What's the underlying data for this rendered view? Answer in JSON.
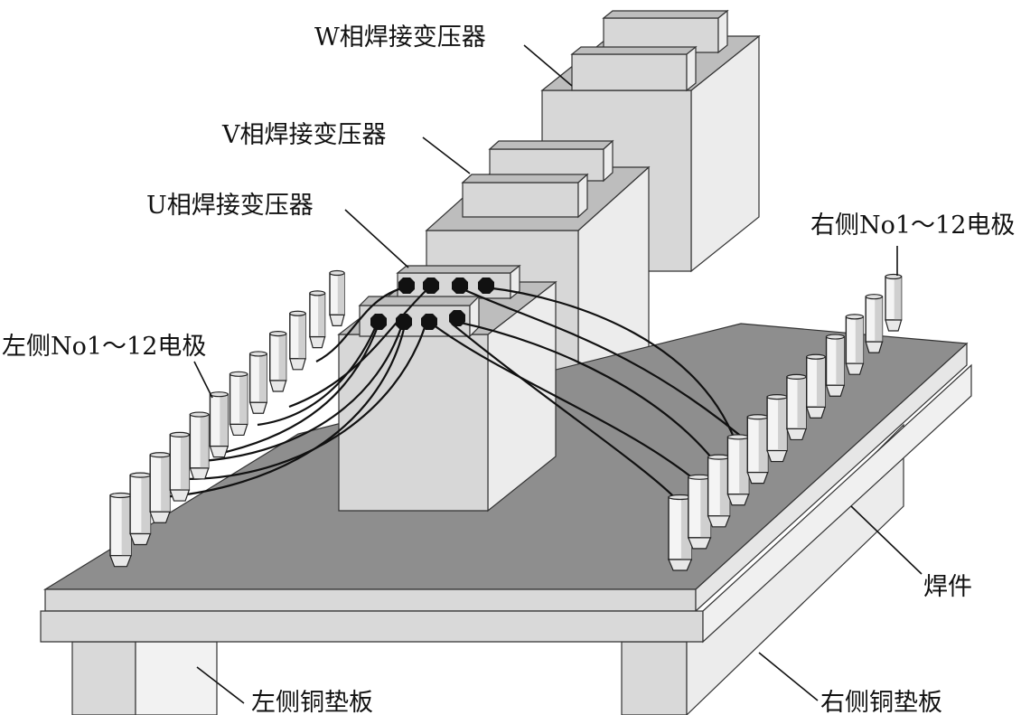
{
  "labels": {
    "w_transformer": "W相焊接变压器",
    "v_transformer": "V相焊接变压器",
    "u_transformer": "U相焊接变压器",
    "right_electrodes": "右侧No1～12电极",
    "left_electrodes": "左侧No1～12电极",
    "workpiece": "焊件",
    "left_copper_pad": "左侧铜垫板",
    "right_copper_pad": "右侧铜垫板"
  },
  "colors": {
    "plate_top": "#8e8e8e",
    "box_face": "#d7d7d7",
    "connector": "#111111"
  },
  "icons": {
    "electrode": "cylindrical-electrode-icon",
    "terminal": "octagon-terminal-icon"
  }
}
